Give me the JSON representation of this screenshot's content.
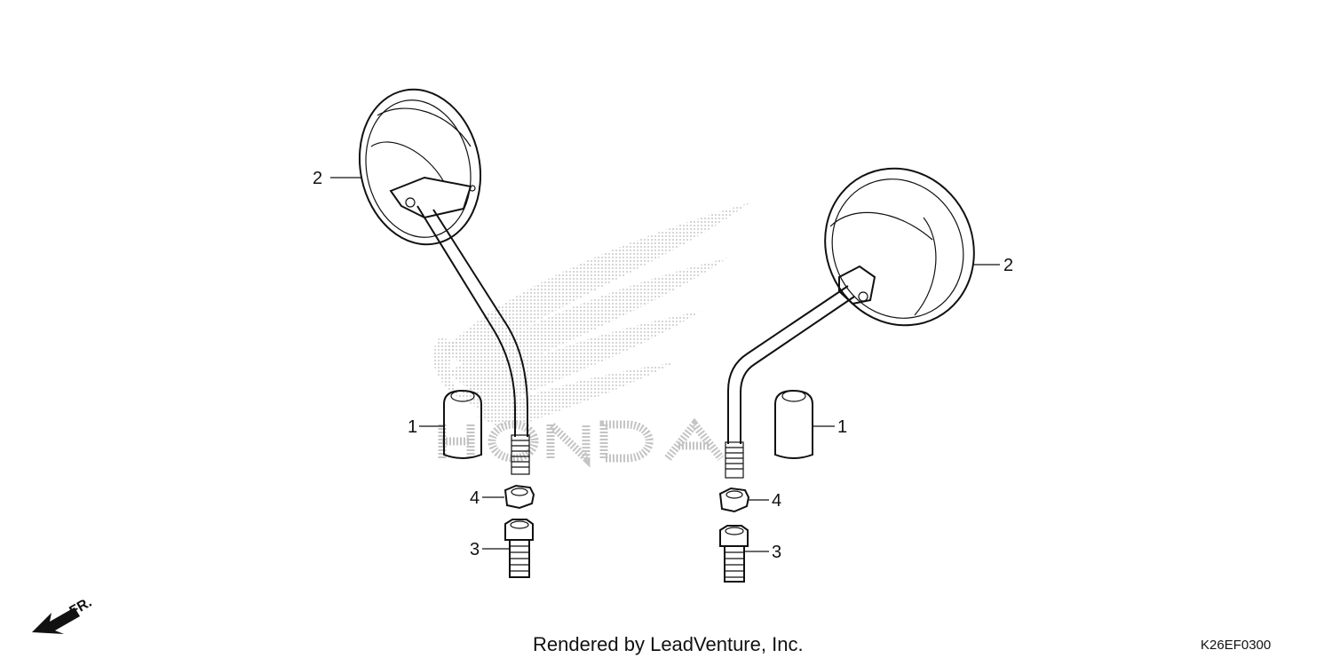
{
  "callouts": {
    "left_mirror": "2",
    "right_mirror": "2",
    "left_cap": "1",
    "right_cap": "1",
    "left_nut": "4",
    "right_nut": "4",
    "left_adapter": "3",
    "right_adapter": "3"
  },
  "watermark": {
    "icon": "honda-wing-logo",
    "text": "HONDA"
  },
  "direction": {
    "label": "FR.",
    "icon": "front-arrow-icon"
  },
  "footer": {
    "credit": "Rendered by LeadVenture, Inc.",
    "diagram_code": "K26EF0300"
  },
  "colors": {
    "line": "#111111",
    "watermark": "#b8b8b8",
    "background": "#ffffff"
  }
}
